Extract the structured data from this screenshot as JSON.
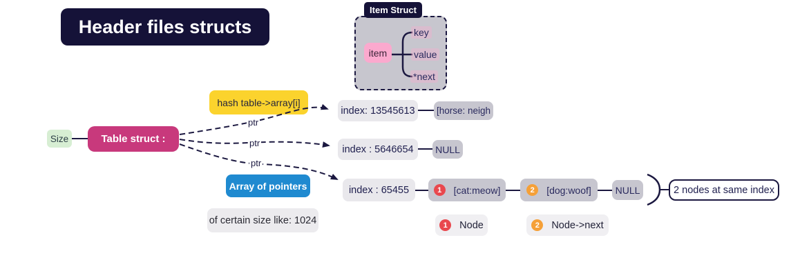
{
  "title": "Header files structs",
  "item_struct": {
    "label": "Item Struct",
    "item_label": "item",
    "fields": [
      "key",
      "value",
      "*next"
    ]
  },
  "table_struct": {
    "size_label": "Size",
    "label": "Table struct :",
    "hash_expr": "hash table->array[i]",
    "array_label": "Array of pointers",
    "array_note": "of certain size like: 1024",
    "pointer_labels": [
      "ptr",
      "ptr",
      "ptr"
    ]
  },
  "buckets": [
    {
      "index": "index: 13545613",
      "chain": [
        {
          "text": "[horse: neigh"
        }
      ]
    },
    {
      "index": "index : 5646654",
      "chain": [
        {
          "text": "NULL"
        }
      ]
    },
    {
      "index": "index : 65455",
      "chain": [
        {
          "badge": "1",
          "text": "[cat:meow]"
        },
        {
          "badge": "2",
          "text": "[dog:woof]"
        },
        {
          "text": "NULL"
        }
      ],
      "annotation": "2 nodes at same index"
    }
  ],
  "legend": [
    {
      "badge": "1",
      "label": "Node"
    },
    {
      "badge": "2",
      "label": "Node->next"
    }
  ],
  "colors": {
    "navy": "#1b1840",
    "title_bg": "#151238",
    "magenta": "#c8397c",
    "yellow": "#fbd32d",
    "blue": "#1f8ad0",
    "green": "#d7eed3",
    "pink": "#fba9ce",
    "struct_bg": "#c7c6ce",
    "light_gray": "#e9e8ec",
    "mid_gray": "#c7c6cf",
    "legend_gray": "#f0eff2",
    "red_badge": "#e9484e",
    "orange_badge": "#f5a038",
    "note_gray": "#ecebee"
  }
}
